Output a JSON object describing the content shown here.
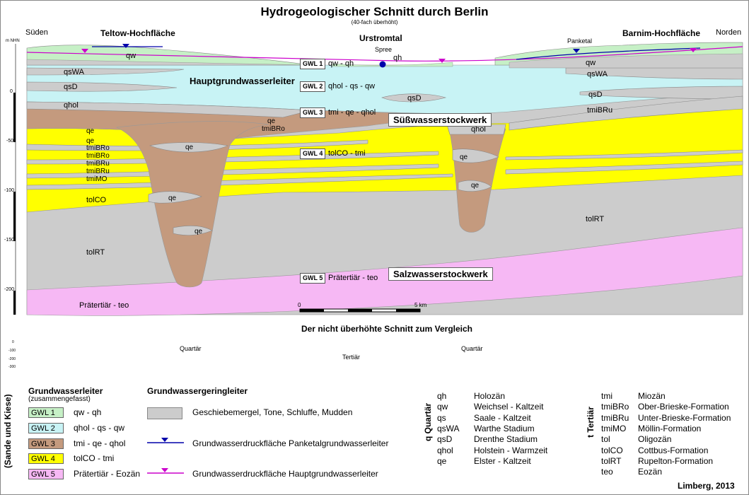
{
  "title": "Hydrogeologischer Schnitt durch Berlin",
  "subtitle": "(40-fach überhöht)",
  "directions": {
    "south": "Süden",
    "north": "Norden"
  },
  "landforms": {
    "teltow": "Teltow-Hochfläche",
    "urstromtal": "Urstromtal",
    "barnim": "Barnim-Hochfläche",
    "spree": "Spree",
    "panketal": "Panketal"
  },
  "axis": {
    "unit": "m NHN",
    "ticks": [
      "0",
      "-50",
      "-100",
      "-150",
      "-200"
    ]
  },
  "zones": {
    "haupt": "Hauptgrundwasserleiter",
    "suess": "Süßwasserstockwerk",
    "salz": "Salzwasserstockwerk"
  },
  "gwl_tags": [
    {
      "label": "GWL 1",
      "text": "qw - qh"
    },
    {
      "label": "GWL 2",
      "text": "qhol - qs - qw"
    },
    {
      "label": "GWL 3",
      "text": "tmi - qe - qhol"
    },
    {
      "label": "GWL 4",
      "text": "tolCO - tmi"
    },
    {
      "label": "GWL 5",
      "text": "Prätertiär - teo"
    }
  ],
  "section_labels": {
    "qw_l": "qw",
    "qw_r": "qw",
    "qh": "qh",
    "qsWA_l": "qsWA",
    "qsWA_r": "qsWA",
    "qsD_l": "qsD",
    "qsD_m": "qsD",
    "qsD_r": "qsD",
    "qhol_l": "qhol",
    "qhol_r": "qhol",
    "tmiBRu_r": "tmiBRu",
    "qe_1": "qe",
    "qe_2": "qe",
    "qe_3": "qe",
    "qe_4": "qe",
    "qe_5": "qe",
    "qe_6": "qe",
    "qe_7": "qe",
    "qe_8": "qe",
    "tmiBRo_1": "tmiBRo",
    "tmiBRo_2": "tmiBRo",
    "tmiBRo_3": "tmiBRo",
    "tmiBRu_1": "tmiBRu",
    "tmiBRu_2": "tmiBRu",
    "tmiMO": "tmiMO",
    "tolCO": "tolCO",
    "tolRT_l": "tolRT",
    "tolRT_r": "tolRT",
    "praet": "Prätertiär - teo"
  },
  "scale": {
    "zero": "0",
    "end": "5 km"
  },
  "comparison": {
    "title": "Der nicht überhöhte Schnitt zum Vergleich",
    "quartaer1": "Quartär",
    "quartaer2": "Quartär",
    "tertiaer": "Tertiär",
    "ticks": [
      "0",
      "-100",
      "-200",
      "-300"
    ]
  },
  "legend": {
    "side_label": "(Sande und Kiese)",
    "aquifer_title": "Grundwasserleiter",
    "aquifer_sub": "(zusammengefasst)",
    "aquifers": [
      {
        "label": "GWL 1",
        "text": "qw - qh",
        "color": "#c6f0c6"
      },
      {
        "label": "GWL 2",
        "text": "qhol - qs - qw",
        "color": "#c8f3f5"
      },
      {
        "label": "GWL 3",
        "text": "tmi - qe - qhol",
        "color": "#c49a7e"
      },
      {
        "label": "GWL 4",
        "text": "tolCO - tmi",
        "color": "#ffff00"
      },
      {
        "label": "GWL 5",
        "text": "Prätertiär - Eozän",
        "color": "#f6b8f4"
      }
    ],
    "aquitard_title": "Grundwassergeringleiter",
    "aquitard_text": "Geschiebemergel, Tone, Schluffe, Mudden",
    "pressure_panke": "Grundwasserdruckfläche Panketalgrundwasserleiter",
    "pressure_haupt": "Grundwasserdruckfläche Hauptgrundwasserleiter",
    "quartaer_title": "q  Quartär",
    "quartaer": [
      {
        "abbr": "qh",
        "name": "Holozän"
      },
      {
        "abbr": "qw",
        "name": "Weichsel - Kaltzeit"
      },
      {
        "abbr": "qs",
        "name": "Saale - Kaltzeit"
      },
      {
        "abbr": "qsWA",
        "name": "Warthe Stadium"
      },
      {
        "abbr": "qsD",
        "name": "Drenthe Stadium"
      },
      {
        "abbr": "qhol",
        "name": "Holstein - Warmzeit"
      },
      {
        "abbr": "qe",
        "name": "Elster - Kaltzeit"
      }
    ],
    "tertiaer_title": "t  Tertiär",
    "tertiaer": [
      {
        "abbr": "tmi",
        "name": "Miozän"
      },
      {
        "abbr": "tmiBRo",
        "name": "Ober-Brieske-Formation"
      },
      {
        "abbr": "tmiBRu",
        "name": "Unter-Brieske-Formation"
      },
      {
        "abbr": "tmiMO",
        "name": "Möllin-Formation"
      },
      {
        "abbr": "tol",
        "name": "Oligozän"
      },
      {
        "abbr": "tolCO",
        "name": "Cottbus-Formation"
      },
      {
        "abbr": "tolRT",
        "name": "Rupelton-Formation"
      },
      {
        "abbr": "teo",
        "name": "Eozän"
      }
    ]
  },
  "credit": "Limberg, 2013",
  "colors": {
    "grey": "#cccccc",
    "green": "#c6f0c6",
    "cyan": "#c8f3f5",
    "brown": "#c49a7e",
    "yellow": "#ffff00",
    "pink": "#f6b8f4",
    "tertiaer": "#f3b787",
    "quartaer": "#ffffcc"
  }
}
